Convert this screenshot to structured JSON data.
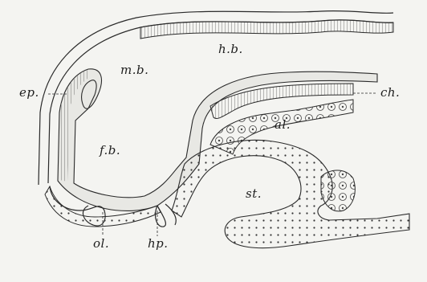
{
  "labels": {
    "hb": "h.b.",
    "mb": "m.b.",
    "ep": "ep.",
    "ch": "ch.",
    "al": "al.",
    "fb": "f.b.",
    "st": "st.",
    "ol": "ol.",
    "hp": "hp."
  },
  "colors": {
    "ink": "#2a2a2a",
    "paper": "#f4f4f1",
    "tissue": "#e6e6e2"
  }
}
